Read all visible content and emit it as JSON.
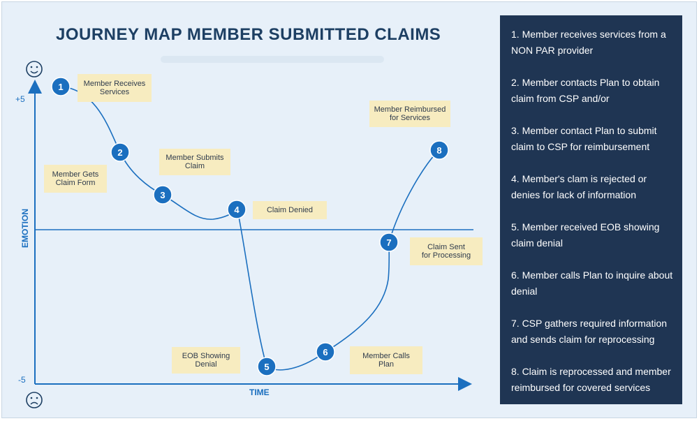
{
  "title": "JOURNEY MAP MEMBER SUBMITTED CLAIMS",
  "axis": {
    "y_label": "EMOTION",
    "x_label": "TIME",
    "y_top": "+5",
    "y_bottom": "-5"
  },
  "nodes": [
    {
      "label": "1",
      "callout": "Member Receives\nServices"
    },
    {
      "label": "2",
      "callout": "Member Gets\nClaim Form"
    },
    {
      "label": "3",
      "callout": "Member Submits\nClaim"
    },
    {
      "label": "4",
      "callout": "Claim Denied"
    },
    {
      "label": "5",
      "callout": "EOB Showing\nDenial"
    },
    {
      "label": "6",
      "callout": "Member Calls\nPlan"
    },
    {
      "label": "7",
      "callout": "Claim Sent\nfor Processing"
    },
    {
      "label": "8",
      "callout": "Member Reimbursed\nfor Services"
    }
  ],
  "steps": [
    "1. Member receives services from a NON PAR provider",
    "2. Member contacts Plan to obtain claim from CSP and/or",
    "3. Member contact Plan to submit claim to CSP for reimbursement",
    "4. Member's clam is rejected or denies for lack of information",
    "5. Member received EOB showing claim denial",
    "6. Member calls Plan to inquire about denial",
    "7. CSP gathers required information and sends claim for reprocessing",
    "8. Claim is reprocessed and member reimbursed for covered services"
  ],
  "colors": {
    "line": "#1b6fbf",
    "node": "#1b6fbf",
    "panel": "#1f3553",
    "callout": "#f7ecc0"
  }
}
